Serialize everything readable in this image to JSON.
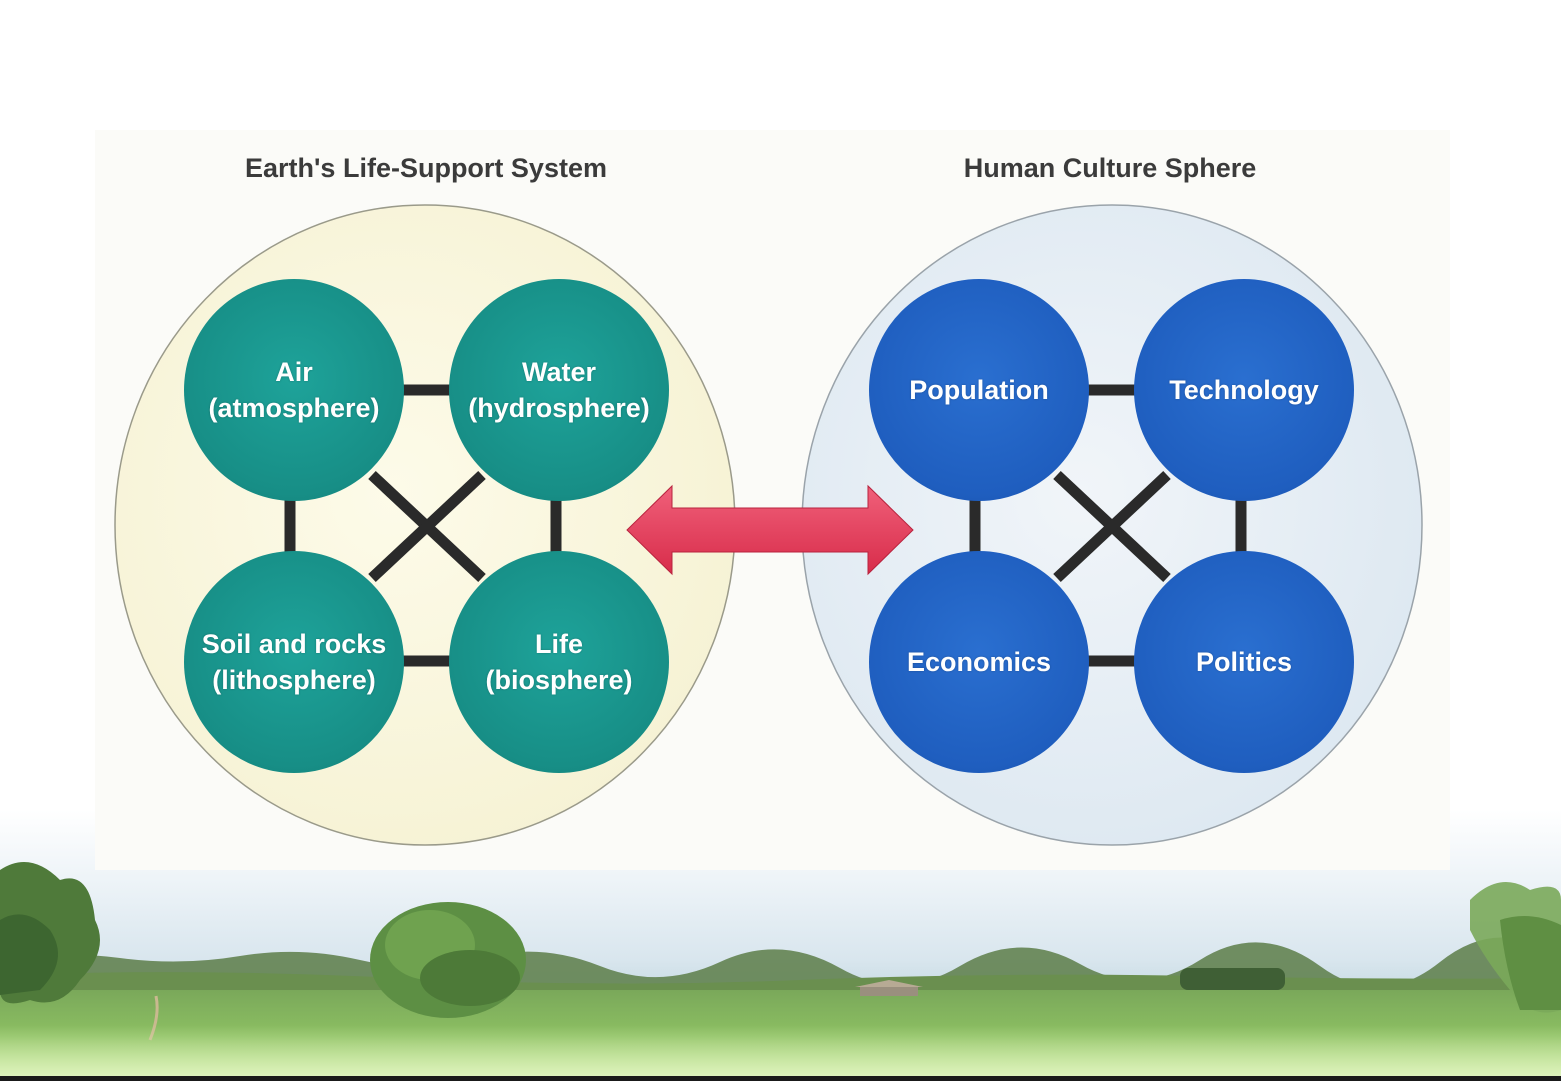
{
  "diagram": {
    "left_system": {
      "heading": "Earth's Life-Support System",
      "color": "#178e86",
      "background": "#fbf9e4",
      "nodes": [
        {
          "line1": "Air",
          "line2": "(atmosphere)"
        },
        {
          "line1": "Water",
          "line2": "(hydrosphere)"
        },
        {
          "line1": "Soil and rocks",
          "line2": "(lithosphere)"
        },
        {
          "line1": "Life",
          "line2": "(biosphere)"
        }
      ]
    },
    "right_system": {
      "heading": "Human Culture Sphere",
      "color": "#1f5ebf",
      "background": "#e9f0f6",
      "nodes": [
        {
          "line1": "Population"
        },
        {
          "line1": "Technology"
        },
        {
          "line1": "Economics"
        },
        {
          "line1": "Politics"
        }
      ]
    },
    "connector": {
      "type": "double-headed-arrow",
      "color": "#e83a55"
    }
  }
}
